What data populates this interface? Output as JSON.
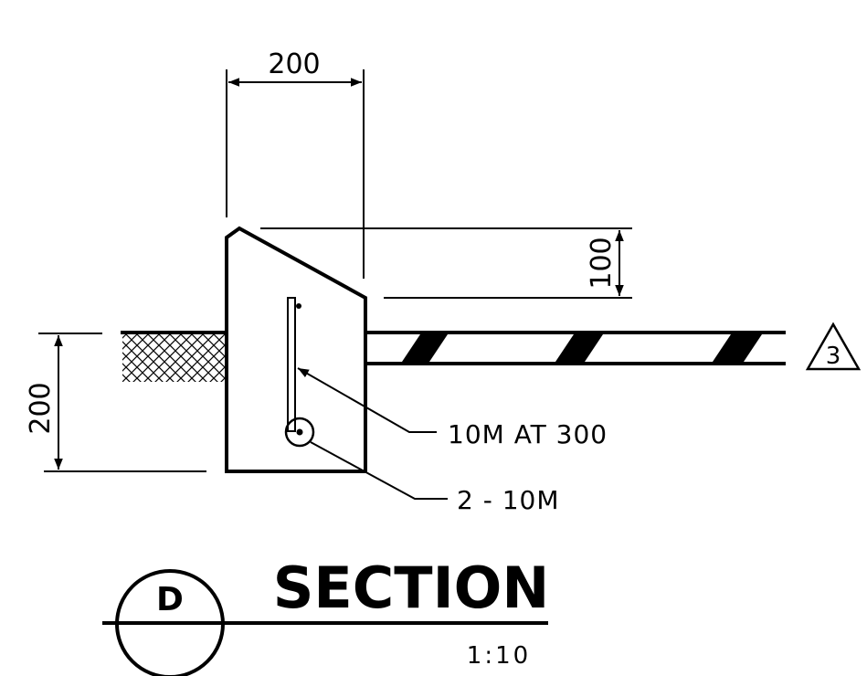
{
  "dimensions": {
    "top_width": "200",
    "slope_drop": "100",
    "left_height": "200"
  },
  "notes": {
    "rebar_spacing": "10M AT 300",
    "bottom_bars": "2 - 10M"
  },
  "detail_reference": "3",
  "section": {
    "marker": "D",
    "title": "SECTION",
    "scale": "1:10"
  }
}
